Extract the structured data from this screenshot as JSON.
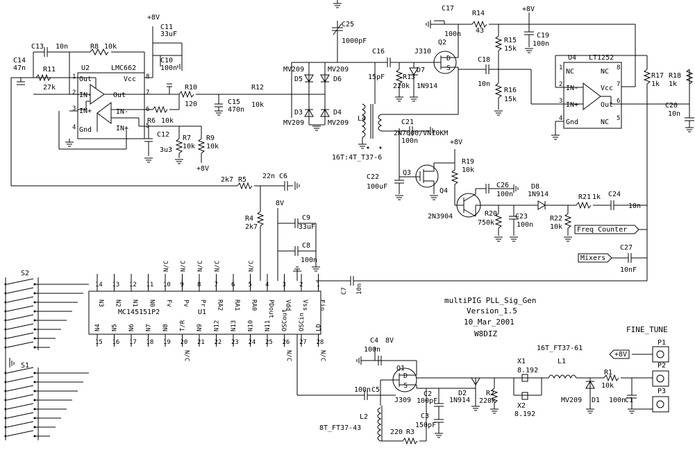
{
  "title_block": {
    "name": "multiPIG  PLL_Sig_Gen",
    "version": "Version_1.5",
    "date": "10_Mar_2001",
    "author": "W8DIZ"
  },
  "ports": {
    "freq_counter": "Freq Counter",
    "mixers": "Mixers",
    "fine_tune": "FINE_TUNE",
    "plus8_fine": "+8V"
  },
  "connectors": {
    "p1": "P1",
    "p2": "P2",
    "p3": "P3"
  },
  "ics": {
    "u2": {
      "ref": "U2",
      "part": "LMC662",
      "pins": {
        "out": "Out",
        "vcc": "Vcc",
        "inm": "IN-",
        "inp": "IN+",
        "gnd": "Gnd",
        "out2": "Out",
        "inm2": "IN-",
        "inp2": "IN+",
        "p1": "1",
        "p2": "2",
        "p3": "3",
        "p4": "4",
        "p5": "5",
        "p6": "6",
        "p7": "7",
        "p8": "8"
      }
    },
    "u4": {
      "ref": "U4",
      "part": "LT1252",
      "pins": {
        "nc1": "NC",
        "nc2": "NC",
        "nc3": "NC",
        "nc4": "NC",
        "inm": "IN-",
        "inp": "IN+",
        "vcc": "Vcc",
        "out": "Out",
        "gnd": "Gnd",
        "p1": "1",
        "p2": "2",
        "p3": "3",
        "p4": "4",
        "p5": "5",
        "p6": "6",
        "p7": "7",
        "p8": "8"
      }
    },
    "u1": {
      "ref": "U1",
      "part": "MC145151P2"
    }
  },
  "u1_top_pins": [
    {
      "name": "N3",
      "num": "14"
    },
    {
      "name": "N2",
      "num": "13"
    },
    {
      "name": "N1",
      "num": "12"
    },
    {
      "name": "N0",
      "num": "11"
    },
    {
      "name": "Fv",
      "num": "10"
    },
    {
      "name": "Pv",
      "num": "9"
    },
    {
      "name": "Pr",
      "num": "8"
    },
    {
      "name": "RA2",
      "num": "7"
    },
    {
      "name": "RA1",
      "num": "6"
    },
    {
      "name": "RA0",
      "num": "5"
    },
    {
      "name": "PDout",
      "num": "4"
    },
    {
      "name": "Vdd",
      "num": "3"
    },
    {
      "name": "Vss",
      "num": "2"
    },
    {
      "name": "Fin",
      "num": "1"
    }
  ],
  "u1_bottom_pins": [
    {
      "name": "N4",
      "num": "15"
    },
    {
      "name": "N5",
      "num": "16"
    },
    {
      "name": "N6",
      "num": "17"
    },
    {
      "name": "N7",
      "num": "18"
    },
    {
      "name": "N8",
      "num": "19"
    },
    {
      "name": "T/R",
      "num": "20"
    },
    {
      "name": "N9",
      "num": "21"
    },
    {
      "name": "N12",
      "num": "22"
    },
    {
      "name": "N13",
      "num": "23"
    },
    {
      "name": "N10",
      "num": "24"
    },
    {
      "name": "N11",
      "num": "25"
    },
    {
      "name": "OSCout",
      "num": "26"
    },
    {
      "name": "OSCin",
      "num": "27"
    },
    {
      "name": "LD",
      "num": "28"
    }
  ],
  "nc_label": "N/C",
  "parts": {
    "c14": {
      "ref": "C14",
      "val": "47n"
    },
    "c13": {
      "ref": "C13",
      "val": "10n"
    },
    "r8": {
      "ref": "R8",
      "val": "10k"
    },
    "r11": {
      "ref": "R11",
      "val": "27k"
    },
    "c11": {
      "ref": "C11",
      "val": "33uF"
    },
    "c10": {
      "ref": "C10",
      "val": "100n"
    },
    "v8a": {
      "val": "+8V"
    },
    "r10": {
      "ref": "R10",
      "val": "120"
    },
    "c15": {
      "ref": "C15",
      "val": "470n"
    },
    "r12": {
      "ref": "R12",
      "val": "10k"
    },
    "r6": {
      "ref": "R6",
      "val": "10k"
    },
    "c12": {
      "ref": "C12",
      "val": "3u3"
    },
    "r7": {
      "ref": "R7",
      "val": "10k"
    },
    "r9": {
      "ref": "R9",
      "val": "10k"
    },
    "v8b": {
      "val": "+8V"
    },
    "c25": {
      "ref": "C25",
      "val": "1000pF"
    },
    "d5": {
      "ref": "D5",
      "val": "MV209"
    },
    "d6": {
      "ref": "D6",
      "val": "MV209"
    },
    "d3": {
      "ref": "D3",
      "val": "MV209"
    },
    "d4": {
      "ref": "D4",
      "val": "MV209"
    },
    "c16": {
      "ref": "C16",
      "val": "15pF"
    },
    "r13": {
      "ref": "R13",
      "val": "220k"
    },
    "d7": {
      "ref": "D7",
      "val": "1N914"
    },
    "q2": {
      "ref": "Q2",
      "val": "J310"
    },
    "c17": {
      "ref": "C17",
      "val": "100n"
    },
    "r14": {
      "ref": "R14",
      "val": "43"
    },
    "v8c": {
      "val": "+8V"
    },
    "c19": {
      "ref": "C19",
      "val": "100n"
    },
    "r15": {
      "ref": "R15",
      "val": "15k"
    },
    "r16": {
      "ref": "R16",
      "val": "15k"
    },
    "c18": {
      "ref": "C18",
      "val": "10n"
    },
    "l4": {
      "ref": "L4",
      "val": "16T:4T_T37-6"
    },
    "c21": {
      "ref": "C21",
      "val": "100n"
    },
    "r17": {
      "ref": "R17",
      "val": "1k"
    },
    "r18": {
      "ref": "R18",
      "val": "1k"
    },
    "c20": {
      "ref": "C20",
      "val": "10n"
    },
    "q3": {
      "ref": "Q3",
      "val": "2N7000/VN10KM"
    },
    "v8d": {
      "val": "+8V"
    },
    "r19": {
      "ref": "R19",
      "val": "10k"
    },
    "c22": {
      "ref": "C22",
      "val": "100uF"
    },
    "q4": {
      "ref": "Q4",
      "val": "2N3904"
    },
    "c26": {
      "ref": "C26",
      "val": "100n"
    },
    "d8": {
      "ref": "D8",
      "val": "1N914"
    },
    "r21": {
      "ref": "R21",
      "val": "1k"
    },
    "c24": {
      "ref": "C24",
      "val": "10n"
    },
    "r20": {
      "ref": "R20",
      "val": "750k"
    },
    "c23": {
      "ref": "C23",
      "val": "100n"
    },
    "r22": {
      "ref": "R22",
      "val": "10k"
    },
    "c27": {
      "ref": "C27",
      "val": "10nF"
    },
    "r5": {
      "ref": "R5",
      "val": "2k7"
    },
    "c6": {
      "ref": "C6",
      "val": "22n"
    },
    "r4": {
      "ref": "R4",
      "val": "2k7"
    },
    "v8e": {
      "val": "8V"
    },
    "c9": {
      "ref": "C9",
      "val": "33uF"
    },
    "c8": {
      "ref": "C8",
      "val": "100n"
    },
    "c7": {
      "ref": "C7",
      "val": "10n"
    },
    "s1": {
      "ref": "S1"
    },
    "s2": {
      "ref": "S2"
    },
    "c4": {
      "ref": "C4",
      "val": "100n",
      "v": "8V"
    },
    "q1": {
      "ref": "Q1",
      "val": "J309"
    },
    "c5": {
      "ref": "C5",
      "val": "100n"
    },
    "c2": {
      "ref": "C2",
      "val": "100pF"
    },
    "c3": {
      "ref": "C3",
      "val": "150pF"
    },
    "d2": {
      "ref": "D2",
      "val": "1N914"
    },
    "r2": {
      "ref": "R2",
      "val": "220k"
    },
    "l2": {
      "ref": "L2",
      "val": "8T_FT37-43"
    },
    "r3": {
      "ref": "R3",
      "val": "220"
    },
    "x1": {
      "ref": "X1",
      "val": "8.192"
    },
    "x2": {
      "ref": "X2",
      "val": "8.192"
    },
    "l1": {
      "ref": "L1",
      "val": "16T_FT37-61"
    },
    "r1": {
      "ref": "R1",
      "val": "10k"
    },
    "d1": {
      "ref": "D1",
      "val": "MV209"
    },
    "c1": {
      "ref": "C1",
      "val": "100n"
    }
  },
  "fet_pins": {
    "d": "D",
    "s": "S"
  }
}
